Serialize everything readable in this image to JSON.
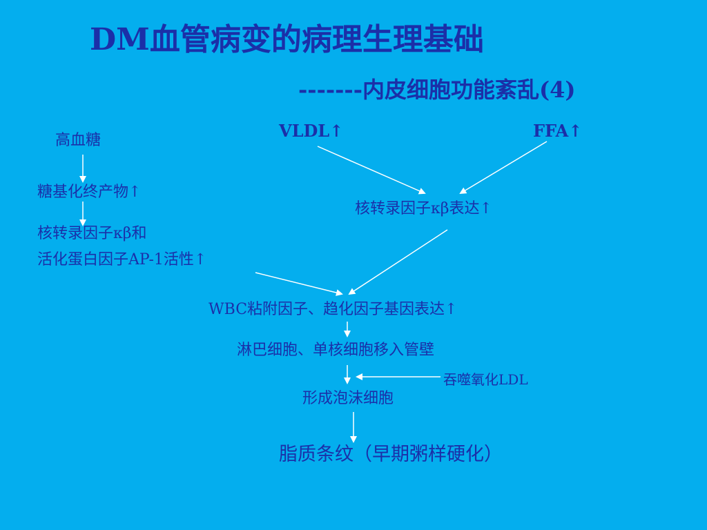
{
  "slide": {
    "title": "DM血管病变的病理生理基础",
    "subtitle": "-------内皮细胞功能紊乱(4)"
  },
  "nodes": {
    "hyperglycemia": "高血糖",
    "ages": "糖基化终产物↑",
    "nfkb_ap1_line1": "核转录因子κβ和",
    "nfkb_ap1_line2": "活化蛋白因子AP-1活性↑",
    "vldl": "VLDL↑",
    "ffa": "FFA↑",
    "nfkb_expression": "核转录因子κβ表达↑",
    "wbc_expression": "WBC粘附因子、趋化因子基因表达↑",
    "cell_migration": "淋巴细胞、单核细胞移入管壁",
    "oxldl": "吞噬氧化LDL",
    "foam_cells": "形成泡沫细胞",
    "fatty_streak": "脂质条纹（早期粥样硬化）"
  },
  "colors": {
    "background": "#04AEEE",
    "text": "#1B2FA8",
    "arrow": "#FFFFFF"
  }
}
